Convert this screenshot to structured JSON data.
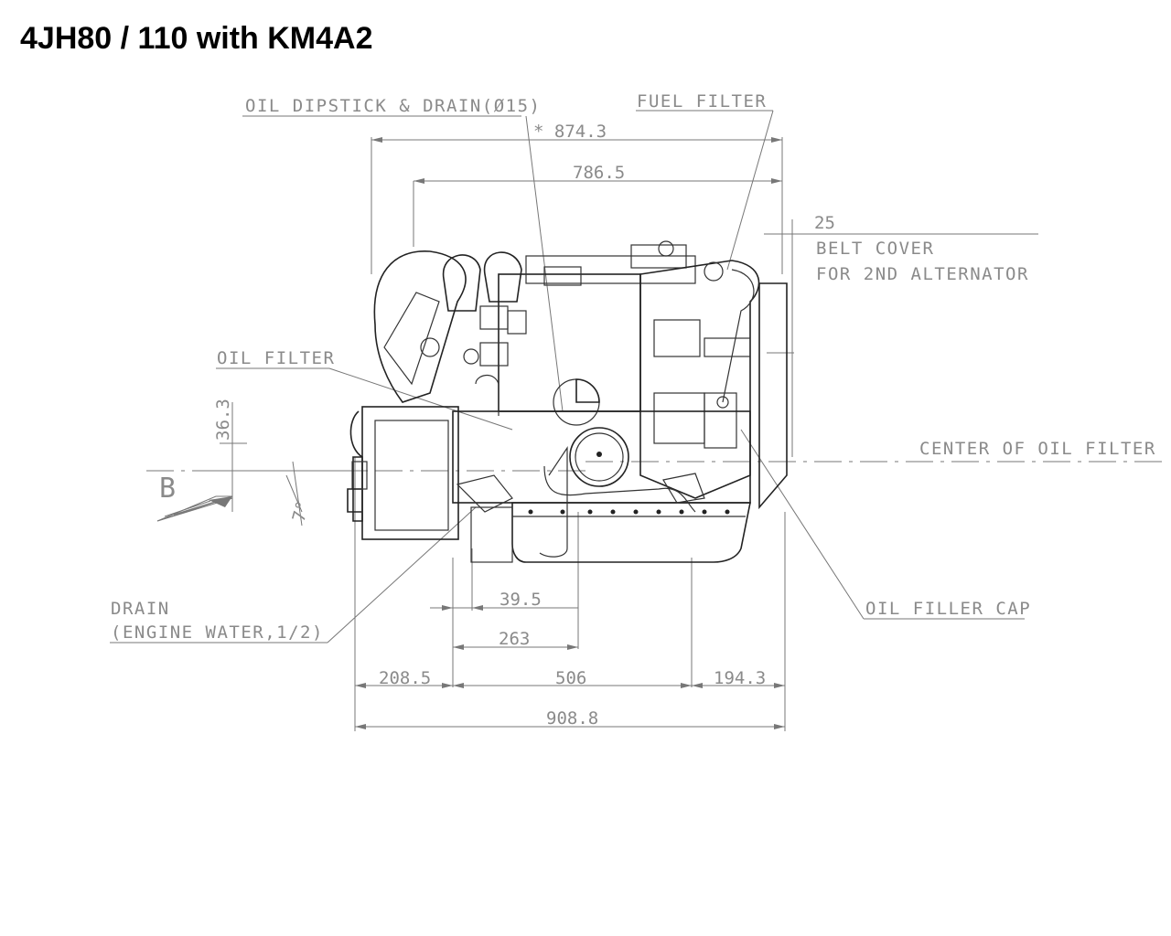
{
  "title": "4JH80 / 110 with KM4A2",
  "labels": {
    "oil_dipstick": "OIL DIPSTICK & DRAIN(Ø15)",
    "fuel_filter": "FUEL FILTER",
    "belt_cover_1": "BELT COVER",
    "belt_cover_2": "FOR 2ND ALTERNATOR",
    "oil_filter": "OIL FILTER",
    "center_oil_filter": "CENTER OF OIL FILTER",
    "oil_filler_cap": "OIL FILLER CAP",
    "drain_1": "DRAIN",
    "drain_2": "(ENGINE WATER,1/2)",
    "view_b": "B"
  },
  "dimensions": {
    "d874": "* 874.3",
    "d786": "786.5",
    "d25": "25",
    "d36": "36.3",
    "d39": "39.5",
    "d263": "263",
    "d208": "208.5",
    "d506": "506",
    "d194": "194.3",
    "d908": "908.8",
    "angle": "7°"
  }
}
